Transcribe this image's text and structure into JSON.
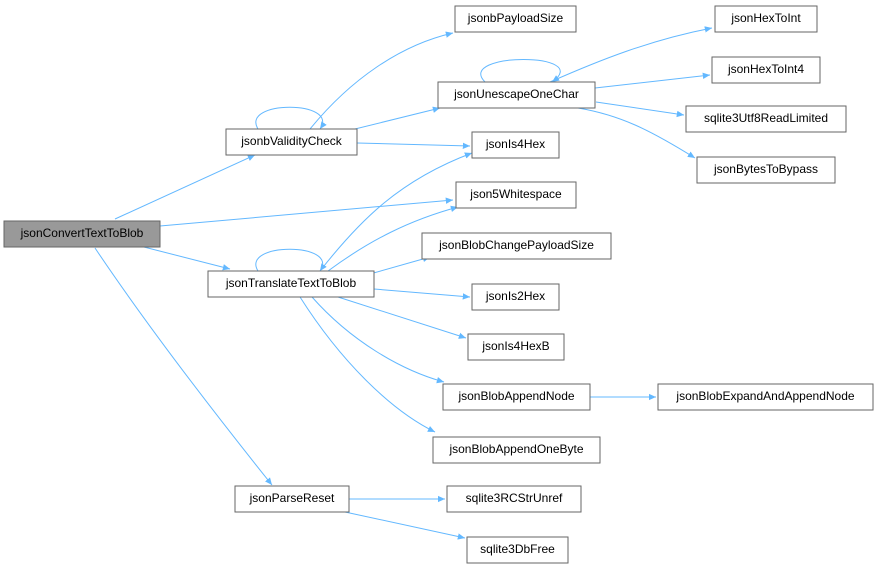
{
  "colors": {
    "edge": "#63b8ff",
    "box_stroke": "#666666",
    "root_fill": "#999999"
  },
  "nodes": {
    "jsonConvertTextToBlob": "jsonConvertTextToBlob",
    "jsonbValidityCheck": "jsonbValidityCheck",
    "jsonTranslateTextToBlob": "jsonTranslateTextToBlob",
    "jsonParseReset": "jsonParseReset",
    "jsonbPayloadSize": "jsonbPayloadSize",
    "jsonUnescapeOneChar": "jsonUnescapeOneChar",
    "jsonIs4Hex": "jsonIs4Hex",
    "jsonbWhitespace": "json5Whitespace",
    "jsonBlobChangePayloadSize": "jsonBlobChangePayloadSize",
    "jsonIs2Hex": "jsonIs2Hex",
    "jsonIs4HexB": "jsonIs4HexB",
    "jsonBlobAppendNode": "jsonBlobAppendNode",
    "jsonBlobAppendOneByte": "jsonBlobAppendOneByte",
    "sqlite3RCStrUnref": "sqlite3RCStrUnref",
    "sqlite3DbFree": "sqlite3DbFree",
    "jsonHexToInt": "jsonHexToInt",
    "jsonHexToInt4": "jsonHexToInt4",
    "sqlite3Utf8ReadLimited": "sqlite3Utf8ReadLimited",
    "jsonBytesToBypass": "jsonBytesToBypass",
    "jsonBlobExpandAndAppendNode": "jsonBlobExpandAndAppendNode"
  },
  "edges": [
    [
      "jsonConvertTextToBlob",
      "jsonbValidityCheck"
    ],
    [
      "jsonConvertTextToBlob",
      "jsonbWhitespace"
    ],
    [
      "jsonConvertTextToBlob",
      "jsonTranslateTextToBlob"
    ],
    [
      "jsonConvertTextToBlob",
      "jsonParseReset"
    ],
    [
      "jsonbValidityCheck",
      "jsonbValidityCheck"
    ],
    [
      "jsonbValidityCheck",
      "jsonbPayloadSize"
    ],
    [
      "jsonbValidityCheck",
      "jsonUnescapeOneChar"
    ],
    [
      "jsonbValidityCheck",
      "jsonIs4Hex"
    ],
    [
      "jsonUnescapeOneChar",
      "jsonUnescapeOneChar"
    ],
    [
      "jsonUnescapeOneChar",
      "jsonHexToInt"
    ],
    [
      "jsonUnescapeOneChar",
      "jsonHexToInt4"
    ],
    [
      "jsonUnescapeOneChar",
      "sqlite3Utf8ReadLimited"
    ],
    [
      "jsonUnescapeOneChar",
      "jsonBytesToBypass"
    ],
    [
      "jsonTranslateTextToBlob",
      "jsonTranslateTextToBlob"
    ],
    [
      "jsonTranslateTextToBlob",
      "jsonIs4Hex"
    ],
    [
      "jsonTranslateTextToBlob",
      "jsonbWhitespace"
    ],
    [
      "jsonTranslateTextToBlob",
      "jsonBlobChangePayloadSize"
    ],
    [
      "jsonTranslateTextToBlob",
      "jsonIs2Hex"
    ],
    [
      "jsonTranslateTextToBlob",
      "jsonIs4HexB"
    ],
    [
      "jsonTranslateTextToBlob",
      "jsonBlobAppendNode"
    ],
    [
      "jsonTranslateTextToBlob",
      "jsonBlobAppendOneByte"
    ],
    [
      "jsonBlobAppendNode",
      "jsonBlobExpandAndAppendNode"
    ],
    [
      "jsonParseReset",
      "sqlite3RCStrUnref"
    ],
    [
      "jsonParseReset",
      "sqlite3DbFree"
    ]
  ]
}
